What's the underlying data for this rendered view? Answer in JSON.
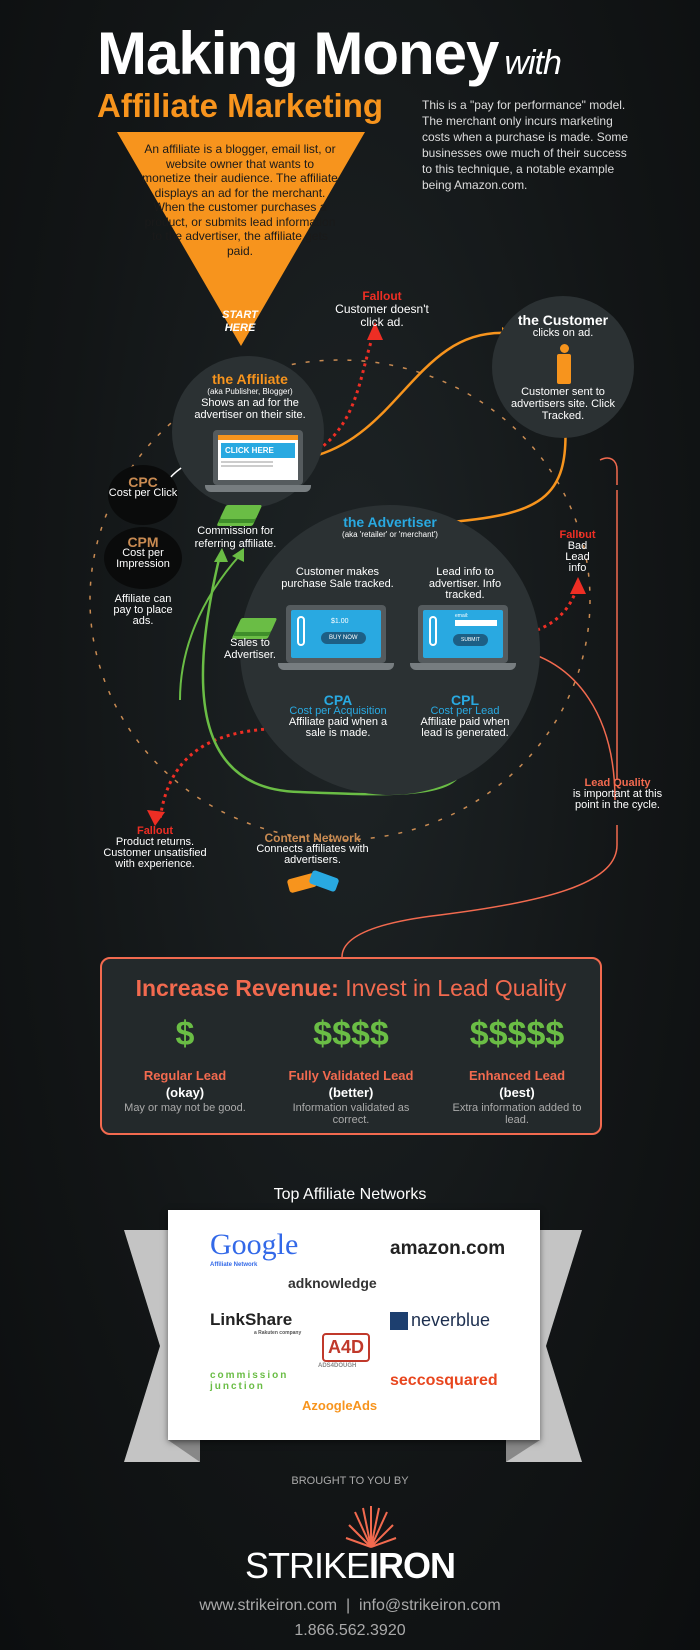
{
  "header": {
    "title_line1": "Making Money",
    "title_with": "with",
    "title_line2": "Affiliate Marketing",
    "intro": "This is a \"pay for performance\" model. The merchant only incurs marketing costs when a purchase is made. Some businesses owe much of their success to this technique, a notable example being Amazon.com."
  },
  "triangle": {
    "text": "An affiliate is a blogger, email list, or website owner that wants to monetize their audience. The affiliate displays an ad for the merchant. When the customer purchases a product, or submits lead information to the advertiser, the affiliate gets paid.",
    "start_label": "START HERE"
  },
  "affiliate": {
    "title": "the Affiliate",
    "aka": "(aka Publisher, Blogger)",
    "desc": "Shows an ad for the advertiser on their site.",
    "ad_button": "CLICK HERE",
    "commission": "Commission for referring affiliate."
  },
  "fallout_click": {
    "title": "Fallout",
    "desc": "Customer doesn't click ad."
  },
  "customer": {
    "title": "the Customer",
    "sub": "clicks on ad.",
    "desc": "Customer sent to advertisers site. Click Tracked."
  },
  "pricing": {
    "cpc_title": "CPC",
    "cpc_desc": "Cost per Click",
    "cpm_title": "CPM",
    "cpm_desc": "Cost per Impression",
    "pay_note": "Affiliate can pay to place ads."
  },
  "advertiser": {
    "title": "the Advertiser",
    "aka": "(aka 'retailer' or 'merchant')",
    "purchase": "Customer makes purchase Sale tracked.",
    "lead": "Lead info to advertiser. Info tracked.",
    "price": "$1.00",
    "buy_button": "BUY NOW",
    "email_label": "email:",
    "submit_button": "SUBMIT",
    "sales": "Sales to Advertiser."
  },
  "cpa": {
    "title": "CPA",
    "sub": "Cost per Acquisition",
    "desc": "Affiliate paid when a sale is made."
  },
  "cpl": {
    "title": "CPL",
    "sub": "Cost per Lead",
    "desc": "Affiliate paid when lead is generated."
  },
  "fallout_lead": {
    "title": "Fallout",
    "desc": "Bad Lead info"
  },
  "fallout_returns": {
    "title": "Fallout",
    "desc": "Product returns. Customer unsatisfied with experience."
  },
  "content_network": {
    "title": "Content Network",
    "desc": "Connects affiliates with advertisers."
  },
  "lead_quality_note": {
    "title": "Lead Quality",
    "desc": "is important at this point in the cycle."
  },
  "revenue_box": {
    "title_bold": "Increase Revenue:",
    "title_rest": " Invest in Lead Quality",
    "columns": [
      {
        "dollars": "$",
        "title": "Regular Lead",
        "quality": "(okay)",
        "desc": "May or may not be good."
      },
      {
        "dollars": "$$$$",
        "title": "Fully Validated Lead",
        "quality": "(better)",
        "desc": "Information validated as correct."
      },
      {
        "dollars": "$$$$$",
        "title": "Enhanced Lead",
        "quality": "(best)",
        "desc": "Extra information added to lead."
      }
    ]
  },
  "networks": {
    "title": "Top Affiliate Networks",
    "logos": [
      "Google",
      "Affiliate Network",
      "amazon.com",
      "adknowledge",
      "LinkShare",
      "a Rakuten company",
      "neverblue",
      "A4D",
      "ADS4DOUGH",
      "commission junction",
      "seccosquared",
      "AzoogleAds"
    ]
  },
  "footer": {
    "brought": "BROUGHT TO YOU BY",
    "brand_light": "STRIKE",
    "brand_bold": "IRON",
    "contact": "www.strikeiron.com  |  info@strikeiron.com",
    "phone": "1.866.562.3920"
  },
  "colors": {
    "orange": "#f7941d",
    "blue": "#29a9e1",
    "red": "#ee2e24",
    "green": "#6abd45",
    "coral": "#f26a4f"
  }
}
